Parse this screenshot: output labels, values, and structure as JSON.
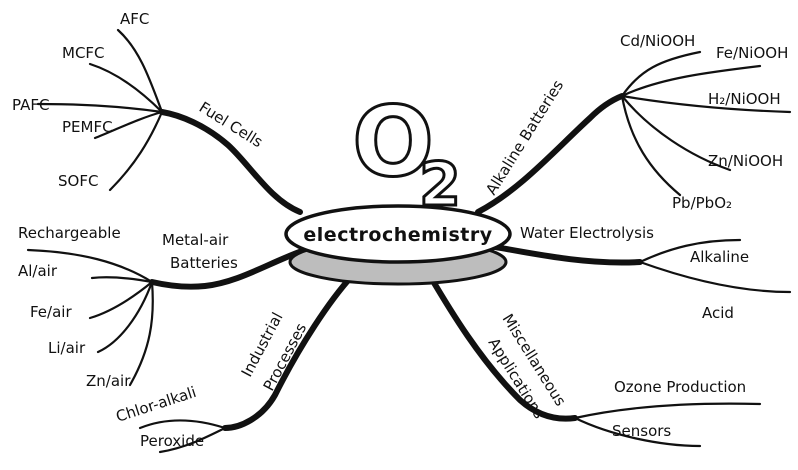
{
  "center": {
    "symbol": "O",
    "subscript": "2",
    "label": "electrochemistry"
  },
  "branches": {
    "fuel_cells": {
      "label": "Fuel Cells",
      "leaves": [
        "AFC",
        "MCFC",
        "PAFC",
        "PEMFC",
        "SOFC"
      ]
    },
    "metal_air": {
      "label_line1": "Metal-air",
      "label_line2": "Batteries",
      "leaves": [
        "Rechargeable",
        "Al/air",
        "Fe/air",
        "Li/air",
        "Zn/air"
      ]
    },
    "industrial": {
      "label_line1": "Industrial",
      "label_line2": "Processes",
      "leaves": [
        "Chlor-alkali",
        "Peroxide"
      ]
    },
    "alkaline_batteries": {
      "label": "Alkaline Batteries",
      "leaves": [
        "Cd/NiOOH",
        "Fe/NiOOH",
        "H₂/NiOOH",
        "Zn/NiOOH",
        "Pb/PbO₂"
      ]
    },
    "water_electrolysis": {
      "label": "Water Electrolysis",
      "leaves": [
        "Alkaline",
        "Acid"
      ]
    },
    "miscellaneous": {
      "label_line1": "Miscellaneous",
      "label_line2": "Applications",
      "leaves": [
        "Ozone Production",
        "Sensors"
      ]
    }
  }
}
